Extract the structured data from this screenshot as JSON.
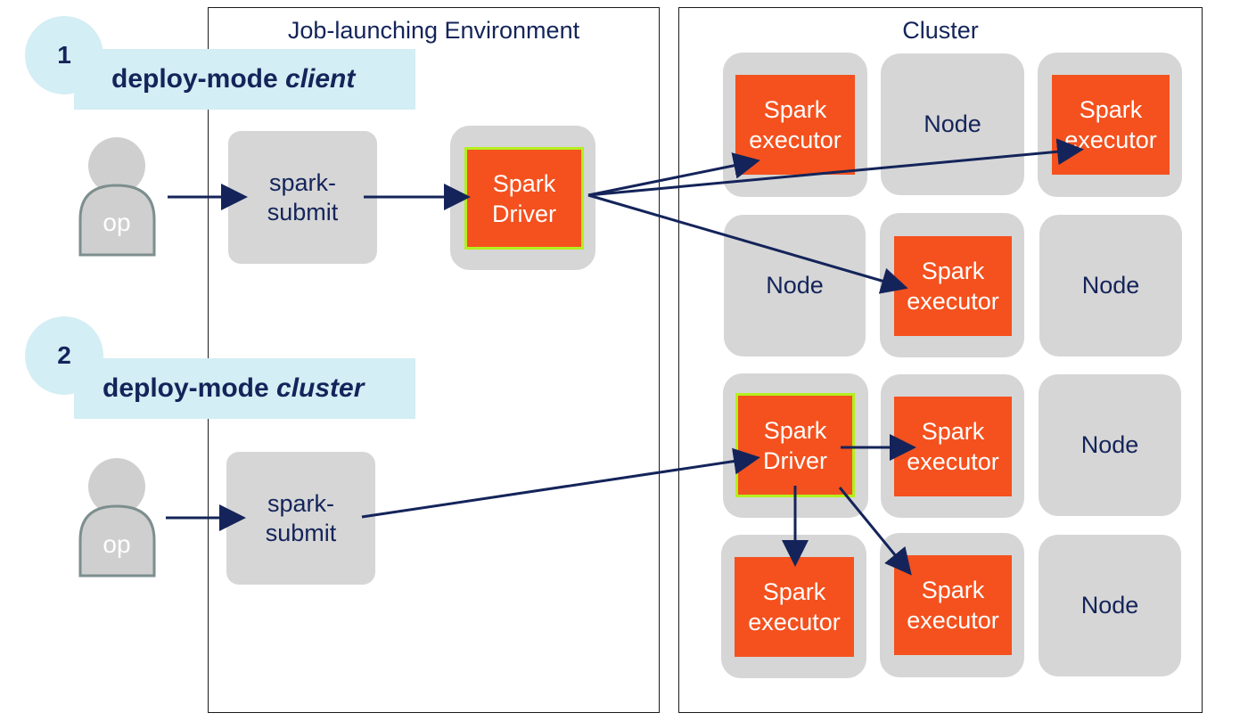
{
  "panels": {
    "job_env_title": "Job-launching Environment",
    "cluster_title": "Cluster"
  },
  "mode1": {
    "number": "1",
    "label_prefix": "deploy-mode ",
    "label_mode": "client"
  },
  "mode2": {
    "number": "2",
    "label_prefix": "deploy-mode ",
    "label_mode": "cluster"
  },
  "user_label": "op",
  "spark_submit_line1": "spark-",
  "spark_submit_line2": "submit",
  "driver_line1": "Spark",
  "driver_line2": "Driver",
  "executor_line1": "Spark",
  "executor_line2": "executor",
  "node_label": "Node",
  "colors": {
    "orange": "#f4511e",
    "driver_border": "#b4ef1e",
    "node_gray": "#d6d6d6",
    "accent_blue": "#d3eef4",
    "arrow": "#14245a"
  }
}
